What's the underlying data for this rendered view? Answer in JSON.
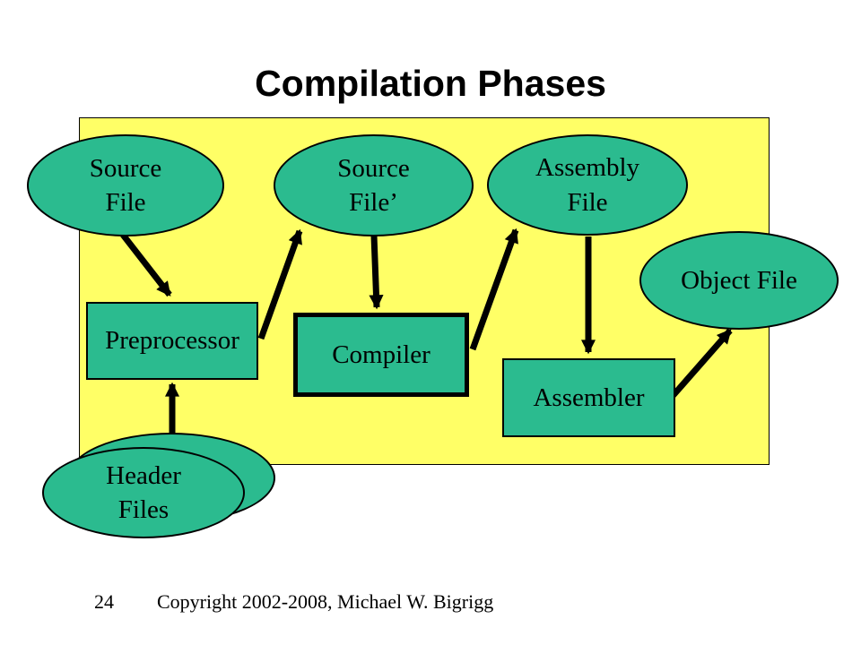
{
  "slide": {
    "title": "Compilation Phases",
    "page_number": "24",
    "copyright": "Copyright 2002-2008, Michael W. Bigrigg"
  },
  "colors": {
    "node_fill": "#2bbb8f",
    "panel_fill": "#ffff66",
    "line": "#000000"
  },
  "diagram": {
    "nodes": [
      {
        "id": "source-file",
        "shape": "ellipse",
        "label": "Source\nFile"
      },
      {
        "id": "source-file-prime",
        "shape": "ellipse",
        "label": "Source\nFile’"
      },
      {
        "id": "assembly-file",
        "shape": "ellipse",
        "label": "Assembly\nFile"
      },
      {
        "id": "object-file",
        "shape": "ellipse",
        "label": "Object File"
      },
      {
        "id": "preprocessor",
        "shape": "rect",
        "label": "Preprocessor"
      },
      {
        "id": "compiler",
        "shape": "rect-bold",
        "label": "Compiler"
      },
      {
        "id": "assembler",
        "shape": "rect",
        "label": "Assembler"
      },
      {
        "id": "header-files",
        "shape": "double-ellipse",
        "label": "Header\nFiles"
      }
    ],
    "edges": [
      {
        "from": "source-file",
        "to": "preprocessor"
      },
      {
        "from": "preprocessor",
        "to": "source-file-prime"
      },
      {
        "from": "source-file-prime",
        "to": "compiler"
      },
      {
        "from": "compiler",
        "to": "assembly-file"
      },
      {
        "from": "assembly-file",
        "to": "assembler"
      },
      {
        "from": "assembler",
        "to": "object-file"
      },
      {
        "from": "header-files",
        "to": "preprocessor"
      }
    ]
  }
}
